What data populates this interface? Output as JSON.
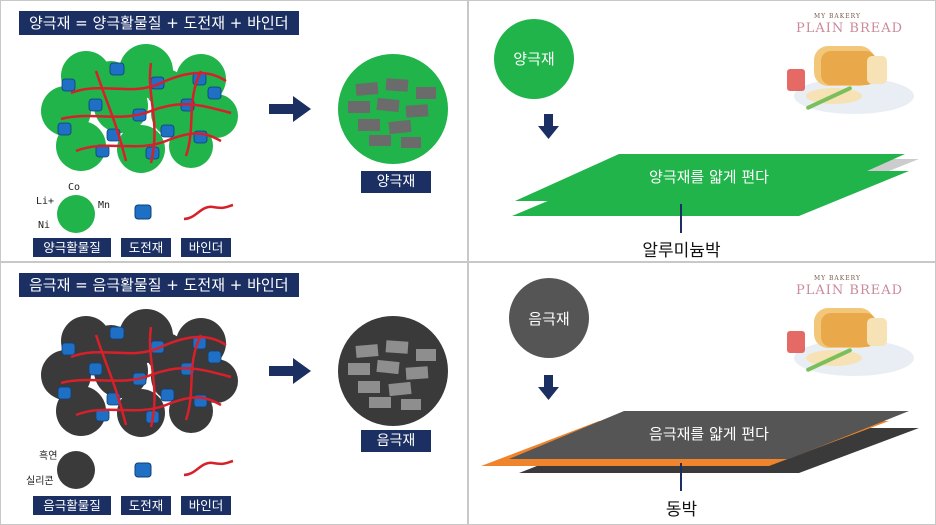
{
  "colors": {
    "navy": "#1b2f63",
    "cathode_green": "#20b44a",
    "anode_gray": "#3a3a3a",
    "conductor_blue": "#1f6fc4",
    "binder_red": "#d8202a",
    "aluminum_gray": "#cccccc",
    "copper_orange": "#f0842c"
  },
  "cathode": {
    "title": "양극재 = 양극활물질 + 도전재 + 바인더",
    "result_label": "양극재",
    "elements": {
      "li": "Li+",
      "co": "Co",
      "mn": "Mn",
      "ni": "Ni"
    },
    "legend": [
      "양극활물질",
      "도전재",
      "바인더"
    ],
    "circle_label": "양극재",
    "sheet_text": "양극재를 얇게 편다",
    "foil_label": "알루미늄박"
  },
  "anode": {
    "title": "음극재 = 음극활물질 + 도전재 + 바인더",
    "result_label": "음극재",
    "elements": {
      "graphite": "흑연",
      "silicon": "실리콘"
    },
    "legend": [
      "음극활물질",
      "도전재",
      "바인더"
    ],
    "circle_label": "음극재",
    "sheet_text": "음극재를 얇게 편다",
    "foil_label": "동박"
  },
  "branding": {
    "line1": "MY BAKERY",
    "line2": "PLAIN BREAD"
  }
}
